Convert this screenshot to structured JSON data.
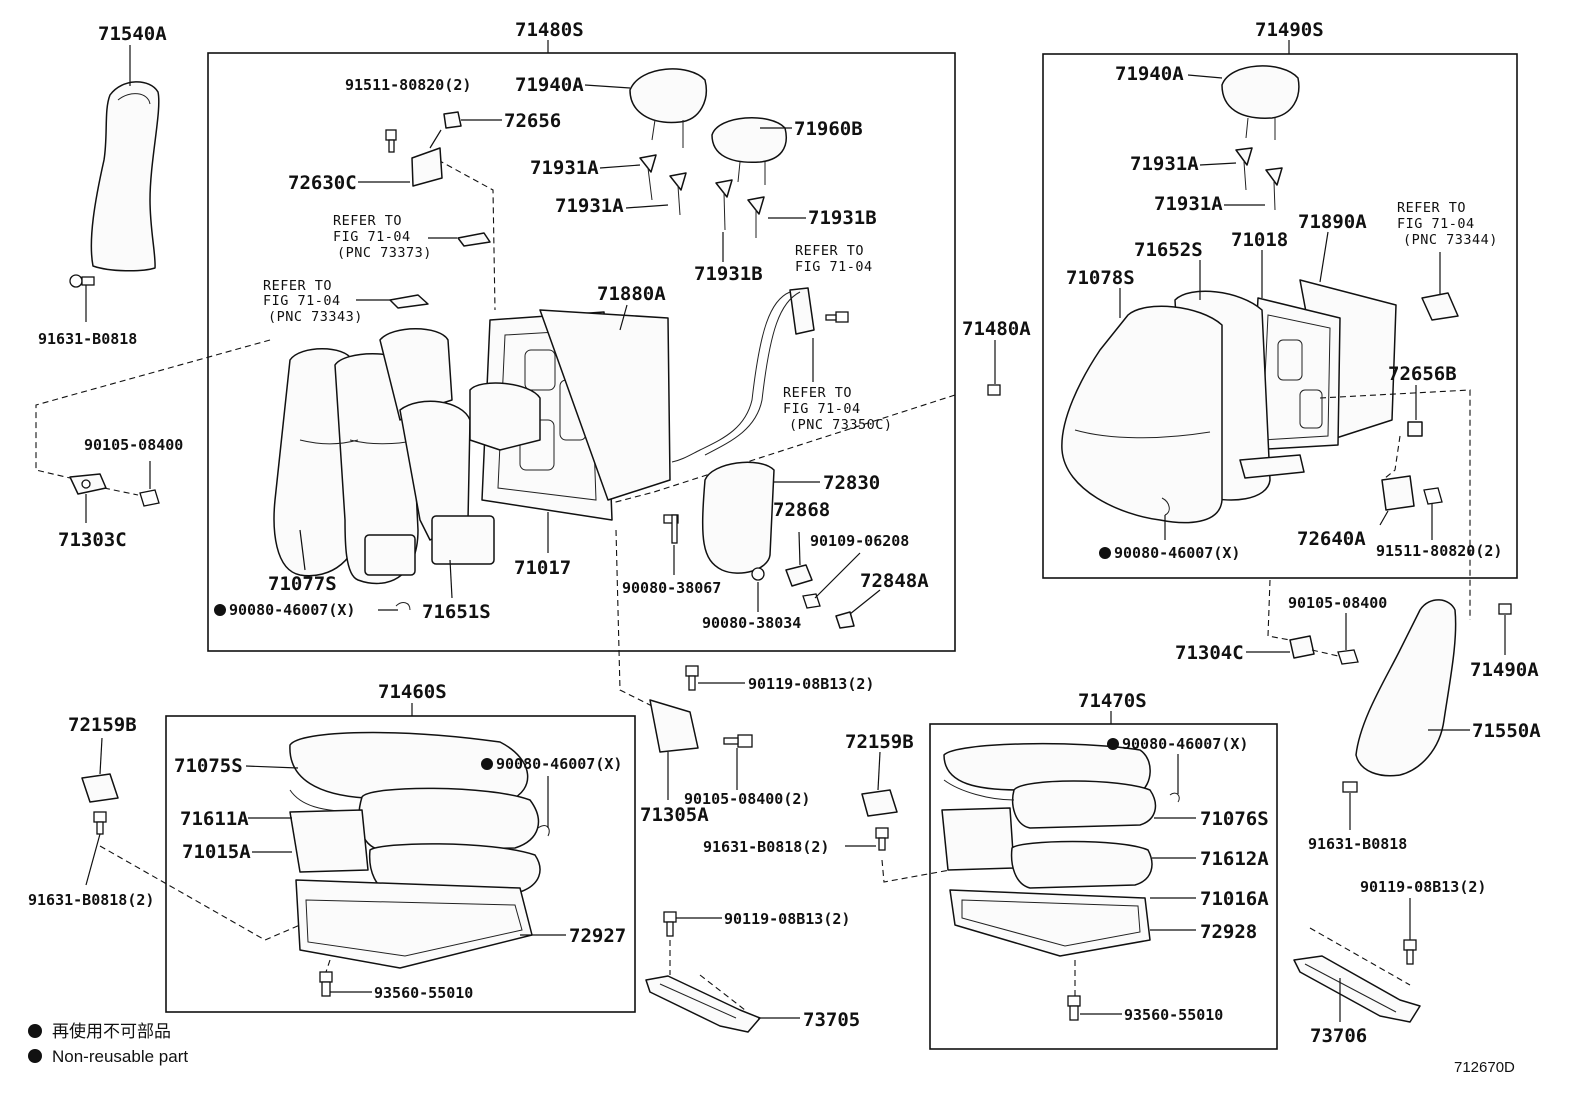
{
  "groups": {
    "g71480S": "71480S",
    "g71490S": "71490S",
    "g71460S": "71460S",
    "g71470S": "71470S"
  },
  "parts": {
    "p71540A": "71540A",
    "p91631_B0818_left": "91631-B0818",
    "p90105_08400_left": "90105-08400",
    "p71303C": "71303C",
    "p91511_80820_a": "91511-80820(2)",
    "p72656": "72656",
    "p72630C": "72630C",
    "p71940A_a": "71940A",
    "p71960B": "71960B",
    "p71931A_a1": "71931A",
    "p71931A_a2": "71931A",
    "p71931B_a1": "71931B",
    "p71931B_a2": "71931B",
    "p71880A": "71880A",
    "p71480A": "71480A",
    "p71077S": "71077S",
    "p71651S": "71651S",
    "p71017": "71017",
    "p72830": "72830",
    "p72868": "72868",
    "p90109_06208": "90109-06208",
    "p72848A": "72848A",
    "p90080_38067": "90080-38067",
    "p90080_38034": "90080-38034",
    "p90080_46007_a": "90080-46007(X)",
    "p71940A_b": "71940A",
    "p71931A_b1": "71931A",
    "p71931A_b2": "71931A",
    "p71890A": "71890A",
    "p71018": "71018",
    "p71652S": "71652S",
    "p71078S": "71078S",
    "p72656B": "72656B",
    "p72640A": "72640A",
    "p91511_80820_b": "91511-80820(2)",
    "p90080_46007_b": "90080-46007(X)",
    "p90105_08400_right": "90105-08400",
    "p71304C": "71304C",
    "p71490A": "71490A",
    "p71550A": "71550A",
    "p91631_B0818_right": "91631-B0818",
    "p72159B_left": "72159B",
    "p91631_B0818_2_left": "91631-B0818(2)",
    "p71075S": "71075S",
    "p71611A": "71611A",
    "p71015A": "71015A",
    "p90080_46007_c": "90080-46007(X)",
    "p72927": "72927",
    "p93560_55010_a": "93560-55010",
    "p90119_08B13_a": "90119-08B13(2)",
    "p71305A": "71305A",
    "p90105_08400_2": "90105-08400(2)",
    "p90119_08B13_b": "90119-08B13(2)",
    "p73705": "73705",
    "p72159B_mid": "72159B",
    "p91631_B0818_2_mid": "91631-B0818(2)",
    "p90080_46007_d": "90080-46007(X)",
    "p71076S": "71076S",
    "p71612A": "71612A",
    "p71016A": "71016A",
    "p72928": "72928",
    "p93560_55010_b": "93560-55010",
    "p90119_08B13_c": "90119-08B13(2)",
    "p73706": "73706"
  },
  "refs": {
    "r1": [
      "REFER TO",
      "FIG 71-04",
      "(PNC 73373)"
    ],
    "r2": [
      "REFER TO",
      "FIG 71-04",
      "(PNC 73343)"
    ],
    "r3": [
      "REFER TO",
      "FIG 71-04"
    ],
    "r4": [
      "REFER TO",
      "FIG 71-04",
      "(PNC 73350C)"
    ],
    "r5": [
      "REFER TO",
      "FIG 71-04",
      "(PNC 73344)"
    ]
  },
  "legend": {
    "line_jp": "再使用不可部品",
    "line_en": "Non-reusable part"
  },
  "figure_code": "712670D"
}
